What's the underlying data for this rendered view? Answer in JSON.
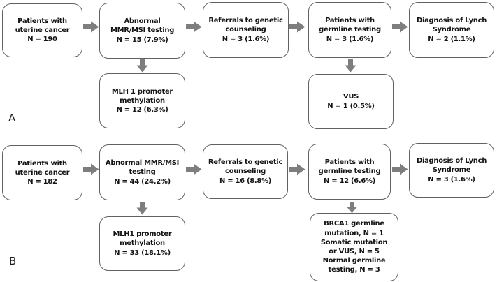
{
  "colors": {
    "box-border": "#616161",
    "box-fill": "#ffffff",
    "arrow": "#7e7e7e",
    "text": "#141414",
    "background": "#ffffff"
  },
  "panelA": {
    "label": "A",
    "box_patients": "Patients with\nuterine cancer\nN = 190",
    "box_abnormal": "Abnormal\nMMR/MSI testing\nN = 15 (7.9%)",
    "box_referrals": "Referrals to genetic\ncounseling\nN = 3 (1.6%)",
    "box_germline": "Patients with\ngermline testing\nN = 3 (1.6%)",
    "box_diagnosis": "Diagnosis of Lynch\nSyndrome\nN = 2 (1.1%)",
    "box_methylation": "MLH 1 promoter\nmethylation\nN = 12 (6.3%)",
    "box_vus": "VUS\nN = 1 (0.5%)"
  },
  "panelB": {
    "label": "B",
    "box_patients": "Patients with\nuterine cancer\nN = 182",
    "box_abnormal": "Abnormal MMR/MSI\ntesting\nN = 44 (24.2%)",
    "box_referrals": "Referrals to genetic\ncounseling\nN = 16 (8.8%)",
    "box_germline": "Patients with\ngermline testing\nN = 12 (6.6%)",
    "box_diagnosis": "Diagnosis of Lynch\nSyndrome\nN = 3 (1.6%)",
    "box_methylation": "MLH1 promoter\nmethylation\nN = 33 (18.1%)",
    "box_mutations": "BRCA1 germline\nmutation, N = 1\nSomatic mutation\nor VUS, N = 5\nNormal germline\ntesting, N = 3"
  }
}
